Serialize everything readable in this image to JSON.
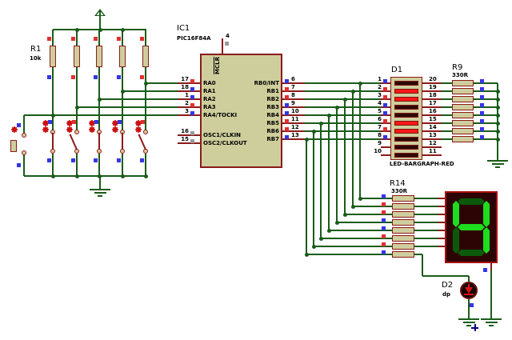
{
  "colors": {
    "wire": "#1a5c1a",
    "pin": "#8b1a1a",
    "component_border": "#8b1a1a",
    "component_fill": "#cece9c",
    "terminal_fill": "#d8c89a",
    "text": "#000000",
    "probe_red": "#e03030",
    "probe_blue": "#3535e6",
    "probe_gray": "#9a9a9a",
    "led_on": "#f81616",
    "led_off": "#2e0a08",
    "seg_on": "#1edc1e",
    "seg_off": "#0b5a0b",
    "seg_body": "#2d0404",
    "seg_border": "#a81010",
    "actuator": "#cc1111",
    "origin_cross": "#000080"
  },
  "ic1": {
    "ref": "IC1",
    "part": "PIC16F84A",
    "top_pin": {
      "number": "4",
      "name": "MCLR",
      "probe": "gray"
    },
    "left_pins": [
      {
        "number": "17",
        "name": "RA0",
        "probe": "red"
      },
      {
        "number": "18",
        "name": "RA1",
        "probe": "blue"
      },
      {
        "number": "1",
        "name": "RA2",
        "probe": "blue"
      },
      {
        "number": "2",
        "name": "RA3",
        "probe": "red"
      },
      {
        "number": "3",
        "name": "RA4/TOCKI",
        "probe": "blue"
      },
      {
        "number": "16",
        "name": "OSC1/CLKIN",
        "probe": "gray"
      },
      {
        "number": "15",
        "name": "OSC2/CLKOUT",
        "probe": "gray"
      }
    ],
    "right_pins": [
      {
        "number": "6",
        "name": "RB0/INT",
        "probe": "blue"
      },
      {
        "number": "7",
        "name": "RB1",
        "probe": "red"
      },
      {
        "number": "8",
        "name": "RB2",
        "probe": "red"
      },
      {
        "number": "9",
        "name": "RB3",
        "probe": "blue"
      },
      {
        "number": "10",
        "name": "RB4",
        "probe": "blue"
      },
      {
        "number": "11",
        "name": "RB5",
        "probe": "red"
      },
      {
        "number": "12",
        "name": "RB6",
        "probe": "red"
      },
      {
        "number": "13",
        "name": "RB7",
        "probe": "blue"
      }
    ]
  },
  "r1": {
    "ref": "R1",
    "value": "10k",
    "top_probes": [
      "red",
      "red",
      "red",
      "red",
      "red"
    ],
    "bottom_probes": [
      "blue",
      "red",
      "blue",
      "blue",
      "red"
    ]
  },
  "switches": [
    {
      "state": "closed",
      "probe_top": "blue",
      "probe_bottom": "blue"
    },
    {
      "state": "open",
      "probe_top": "red",
      "probe_bottom": "blue"
    },
    {
      "state": "closed",
      "probe_top": "blue",
      "probe_bottom": "blue"
    },
    {
      "state": "closed",
      "probe_top": "blue",
      "probe_bottom": "blue"
    },
    {
      "state": "open",
      "probe_top": "red",
      "probe_bottom": "blue"
    }
  ],
  "push_button": {
    "probe_top": "blue",
    "probe_bottom": "blue"
  },
  "d1": {
    "ref": "D1",
    "part": "LED-BARGRAPH-RED",
    "left_pins": [
      {
        "number": "1",
        "probe": "blue",
        "lit": false
      },
      {
        "number": "2",
        "probe": "red",
        "lit": true
      },
      {
        "number": "3",
        "probe": "red",
        "lit": true
      },
      {
        "number": "4",
        "probe": "blue",
        "lit": false
      },
      {
        "number": "5",
        "probe": "blue",
        "lit": false
      },
      {
        "number": "6",
        "probe": "red",
        "lit": true
      },
      {
        "number": "7",
        "probe": "red",
        "lit": true
      },
      {
        "number": "8",
        "probe": "blue",
        "lit": false
      },
      {
        "number": "9",
        "probe": null,
        "lit": false
      },
      {
        "number": "10",
        "probe": null,
        "lit": false
      }
    ],
    "right_pins": [
      "20",
      "19",
      "18",
      "17",
      "16",
      "15",
      "14",
      "13",
      "12",
      "11"
    ]
  },
  "r9": {
    "ref": "R9",
    "value": "330R",
    "right_probes": [
      "blue",
      "blue",
      "blue",
      "blue",
      "blue",
      "blue",
      "blue",
      "blue"
    ]
  },
  "r14": {
    "ref": "R14",
    "value": "330R",
    "left_probes": [
      "blue",
      "red",
      "red",
      "blue",
      "blue",
      "red",
      "red",
      "blue"
    ]
  },
  "seven_seg": {
    "digit": "4",
    "segments": {
      "a": false,
      "b": true,
      "c": true,
      "d": false,
      "e": false,
      "f": true,
      "g": true
    },
    "common_probe": "blue"
  },
  "d2": {
    "ref": "D2",
    "value": "dp",
    "probe": "blue",
    "lit": false
  }
}
